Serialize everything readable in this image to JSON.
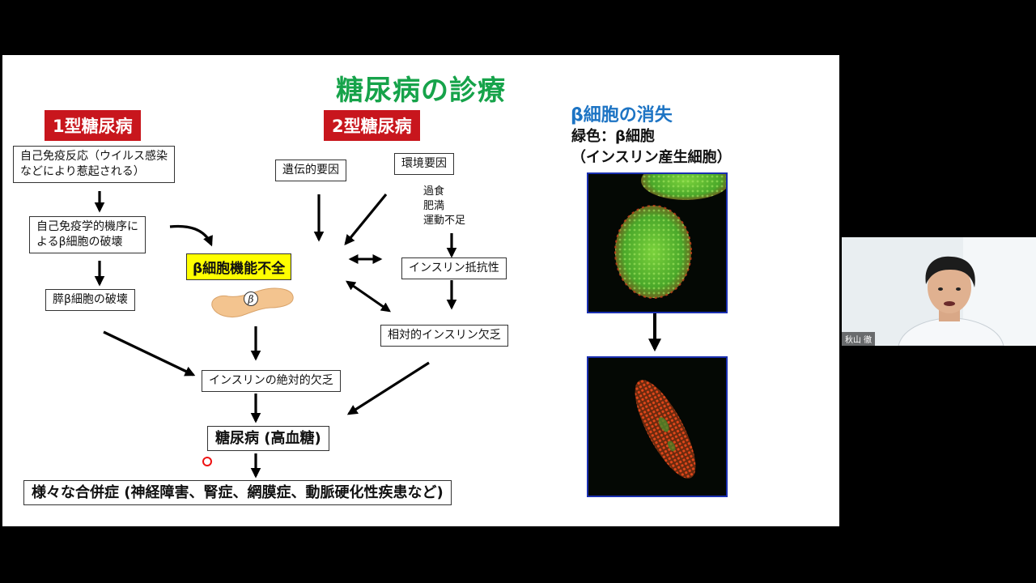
{
  "slide": {
    "title": "糖尿病の診療",
    "type1_label": "1型糖尿病",
    "type2_label": "2型糖尿病",
    "boxes": {
      "autoimmune": [
        "自己免疫反応（ウイルス感染",
        "などにより惹起される）"
      ],
      "autoimmune_mechanism": [
        "自己免疫学的機序に",
        "よるβ細胞の破壊"
      ],
      "pancreas_destroy": "膵β細胞の破壊",
      "genetic": "遺伝的要因",
      "environment": "環境要因",
      "environment_items": [
        "過食",
        "肥満",
        "運動不足"
      ],
      "beta_dysfunction": "β細胞機能不全",
      "insulin_resistance": "インスリン抵抗性",
      "relative_deficiency": "相対的インスリン欠乏",
      "absolute_deficiency": "インスリンの絶対的欠乏",
      "diabetes": "糖尿病 (高血糖)",
      "complications": "様々な合併症 (神経障害、腎症、網膜症、動脈硬化性疾患など)"
    },
    "pancreas_symbol": "β",
    "right": {
      "heading": "β細胞の消失",
      "legend": "緑色：β細胞",
      "legend_note": "（インスリン産生細胞）"
    }
  },
  "webcam": {
    "name": "秋山 徹"
  },
  "colors": {
    "title_green": "#16a34a",
    "label_red": "#c8161d",
    "heading_blue": "#1d74c4",
    "highlight_yellow": "#ffff00",
    "frame_blue": "#1a2fb0"
  }
}
